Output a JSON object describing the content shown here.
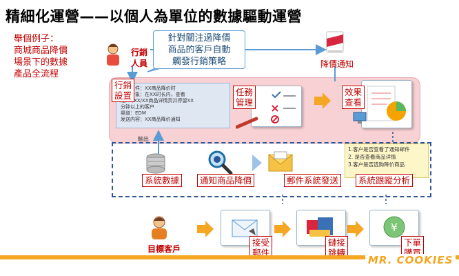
{
  "title": "精細化運營——以個人為單位的數據驅動運營",
  "example_text": "舉個例子：\n商城商品降價\n場景下的數據\n產品全流程",
  "actor_label": "行銷\n人員",
  "callout_text": "針對關注過降價\n商品的客戶自動\n觸發行銷策略",
  "price_drop_label": "降價通知",
  "step_labels": {
    "marketing_setup": "行銷\n設置",
    "task_management": "任務\n管理",
    "effect_view": "效果\n查看"
  },
  "form_lines": "触发条件：XX商品降价时\n触发对象：在XX时长内，查看\n过XX/XX/XX商品详情页并停留XX\n分钟以上的客户\n渠道：EDM\n发送内容：XX商品降价通知",
  "output_label": "輸出",
  "system_labels": {
    "data_system": "系統數據",
    "notify_price_drop": "通知商品降價",
    "mail_system": "郵件系統發送",
    "tracking_analysis": "系統跟蹤分析"
  },
  "tracking_note": "1.客户是否查看了通知邮件\n2. 是否查看商品详情\n3.客户是否选购降价商品",
  "target_customer": "目標客戶",
  "bottom_steps": {
    "receive_mail": "接受\n郵件",
    "link_jump": "鏈接\n跳轉",
    "place_order": "下單\n購買"
  },
  "brand": "MR. COOKIES",
  "colors": {
    "accent_red": "#c00000",
    "arrow_orange": "#f5a623",
    "flow_blue": "#5b9bd5"
  }
}
